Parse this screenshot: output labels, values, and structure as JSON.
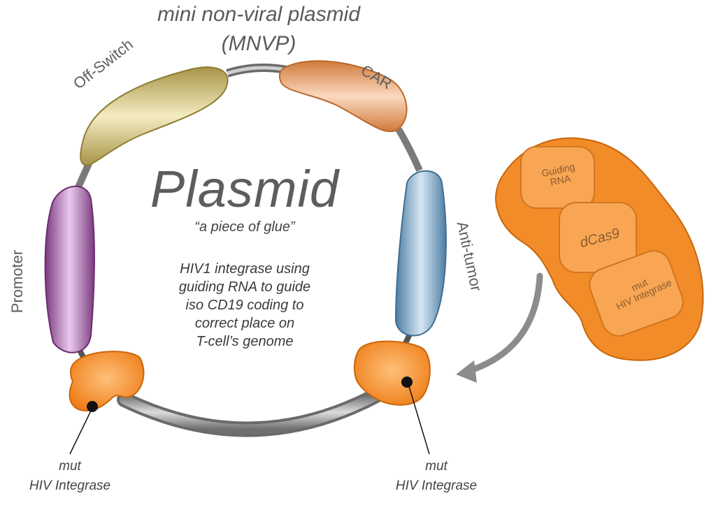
{
  "header": {
    "line1": "mini non-viral plasmid",
    "line2": "(MNVP)"
  },
  "center": {
    "title": "Plasmid",
    "subtitle": "“a piece of glue”",
    "description": [
      "HIV1 integrase using",
      "guiding RNA to guide",
      "iso CD19 coding to",
      "correct place on",
      "T-cell’s genome"
    ]
  },
  "segments": {
    "off_switch": "Off-Switch",
    "car": "CAR",
    "promoter": "Promoter",
    "anti_tumor": "Anti-tumor"
  },
  "integrase_labels": {
    "left": [
      "mut",
      "HIV Integrase"
    ],
    "right": [
      "mut",
      "HIV Integrase"
    ]
  },
  "protein_complex": {
    "guiding_rna": [
      "Guiding",
      "RNA"
    ],
    "dcas9": "dCas9",
    "mut_integrase": [
      "mut",
      "HIV Integrase"
    ]
  },
  "colors": {
    "off_switch": "#c9b463",
    "car": "#e8995a",
    "promoter": "#a45aa6",
    "anti_tumor": "#6f9dc0",
    "integrase": "#f28c28",
    "backbone": "#9a9a9a"
  }
}
